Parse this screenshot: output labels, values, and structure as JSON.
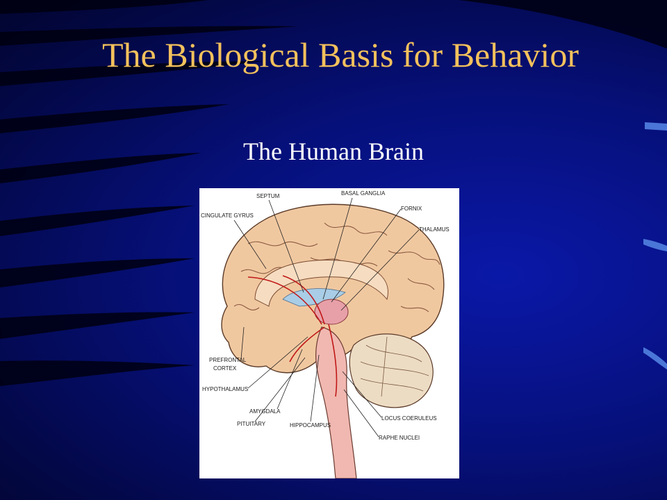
{
  "slide": {
    "title": "The Biological Basis for Behavior",
    "subtitle": "The Human Brain",
    "colors": {
      "background": "#06107a",
      "title": "#f3c15c",
      "subtitle": "#ffffff"
    }
  },
  "figure": {
    "labels": {
      "septum": "SEPTUM",
      "basal_ganglia": "BASAL GANGLIA",
      "fornix": "FORNIX",
      "cingulate_gyrus": "CINGULATE GYRUS",
      "thalamus": "THALAMUS",
      "prefrontal": "PREFRONTAL",
      "cortex": "CORTEX",
      "hypothalamus": "HYPOTHALAMUS",
      "amygdala": "AMYGDALA",
      "pituitary": "PITUITARY",
      "hippocampus": "HIPPOCAMPUS",
      "locus_coeruleus": "LOCUS COERULEUS",
      "raphe_nuclei": "RAPHE NUCLEI"
    }
  }
}
